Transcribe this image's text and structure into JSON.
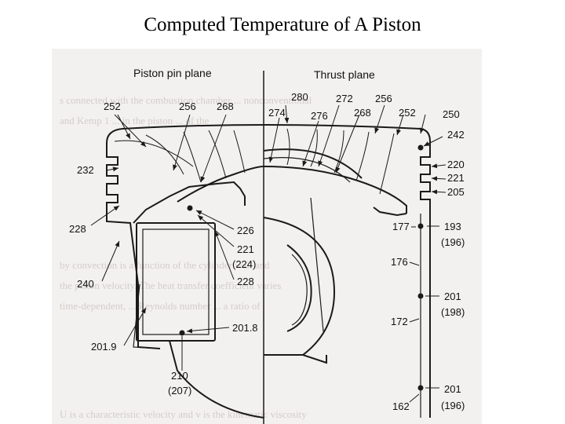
{
  "title": "Computed Temperature of A Piston",
  "figure": {
    "left_header": "Piston pin plane",
    "right_header": "Thrust plane",
    "labels": {
      "l252": "252",
      "l256": "256",
      "l268a": "268",
      "l280": "280",
      "l274": "274",
      "l276": "276",
      "l272": "272",
      "l268b": "268",
      "l256b": "256",
      "l252b": "252",
      "l250": "250",
      "l242": "242",
      "l232": "232",
      "l220": "220",
      "l221a": "221",
      "l205": "205",
      "l228a": "228",
      "l226": "226",
      "l221b": "221",
      "l224": "(224)",
      "l228b": "228",
      "l177": "177",
      "l193": "193",
      "l196a": "(196)",
      "l176": "176",
      "l240": "240",
      "l201a": "201",
      "l198": "(198)",
      "l172": "172",
      "l2018": "201.8",
      "l2019": "201.9",
      "l210": "210",
      "l207": "(207)",
      "l201b": "201",
      "l162": "162",
      "l196b": "(196)"
    }
  }
}
